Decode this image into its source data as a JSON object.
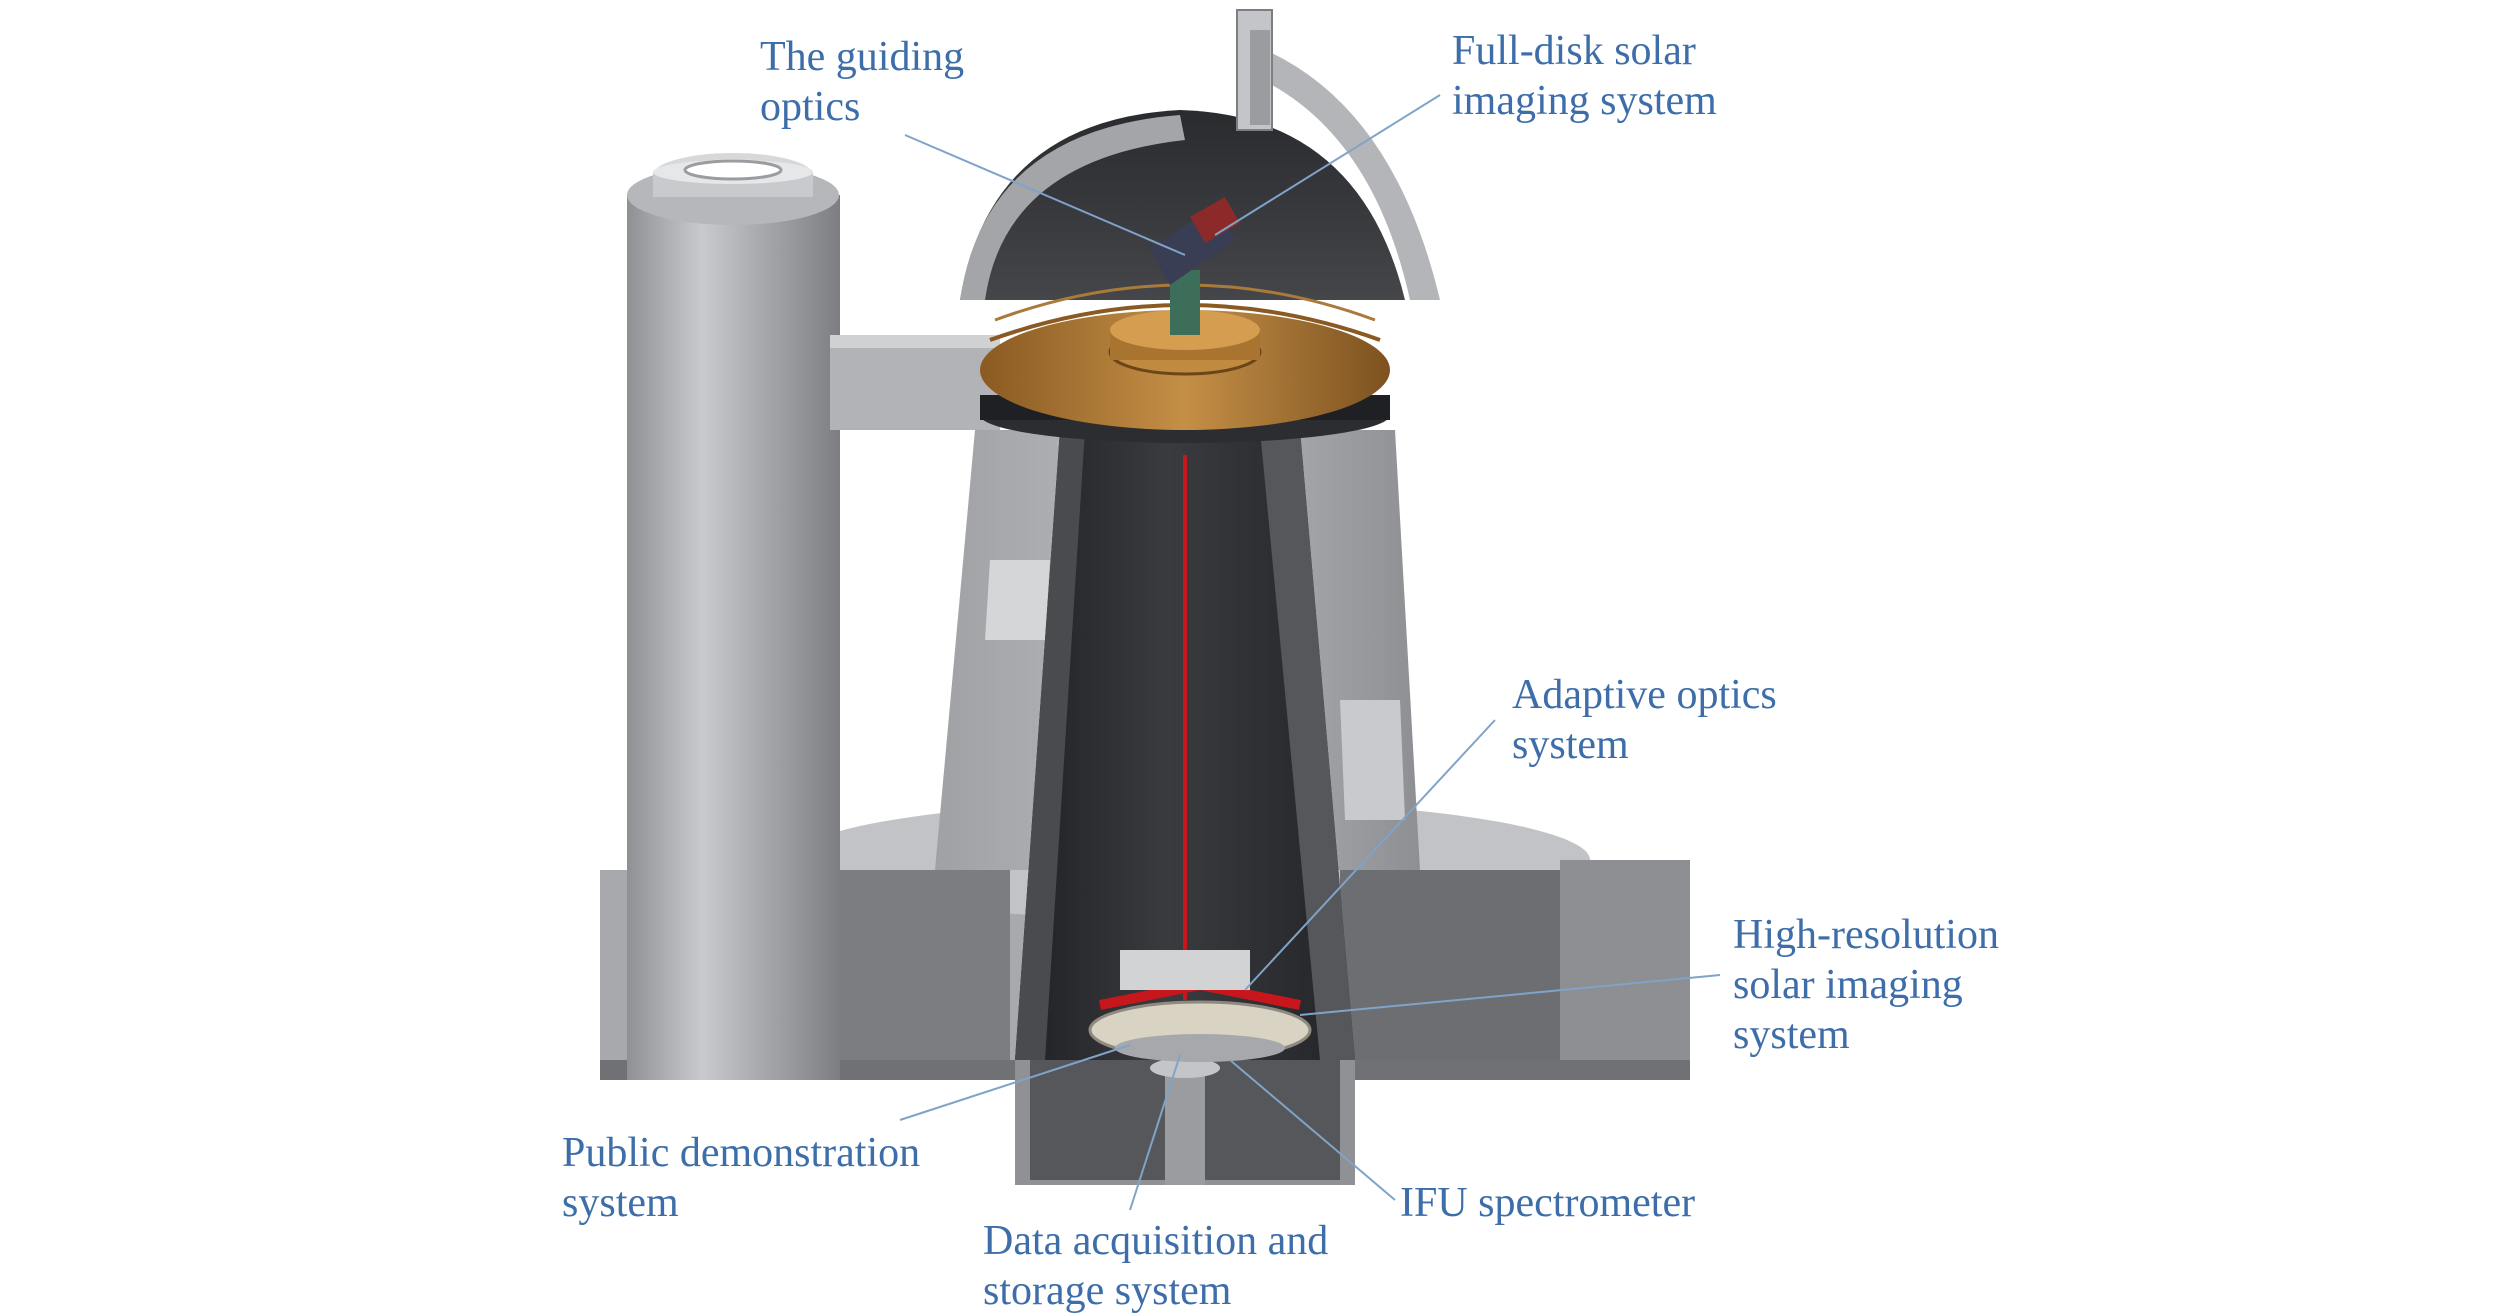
{
  "diagram": {
    "labels": {
      "guiding_optics": [
        "The guiding",
        "optics"
      ],
      "full_disk": [
        "Full-disk solar",
        "imaging system"
      ],
      "adaptive_optics": [
        "Adaptive optics",
        "system"
      ],
      "high_resolution": [
        "High-resolution",
        "solar imaging",
        "system"
      ],
      "public_demo": [
        "Public demonstration",
        "system"
      ],
      "data_acquisition": [
        "Data acquisition and",
        "storage system"
      ],
      "ifu": [
        "IFU spectrometer"
      ]
    },
    "colors": {
      "label_text": "#3d6ea9",
      "leader_line": "#7fa3c9",
      "concrete_light": "#c4c5c8",
      "concrete_mid": "#9a9ca0",
      "concrete_dark": "#55575b",
      "interior_dark": "#2c2d30",
      "floor_wood": "#b9833d",
      "light_beam": "#c8161d"
    }
  }
}
